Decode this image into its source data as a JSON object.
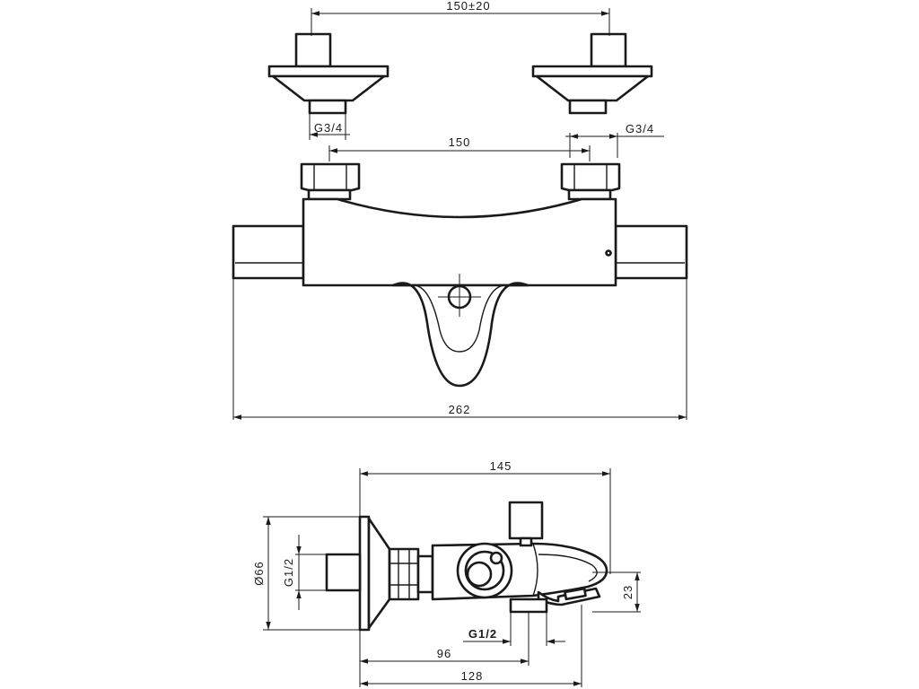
{
  "dimensions": {
    "inlet_spacing_adjust": "150±20",
    "inlet_thread_left": "G3/4",
    "inlet_thread_right": "G3/4",
    "connector_spacing": "150",
    "total_width": "262",
    "side_depth": "145",
    "flange_diameter": "Ø66",
    "side_inlet_thread": "G1/2",
    "spout_height": "23",
    "outlet_thread": "G1/2",
    "outlet_distance": "96",
    "spout_distance": "128"
  }
}
